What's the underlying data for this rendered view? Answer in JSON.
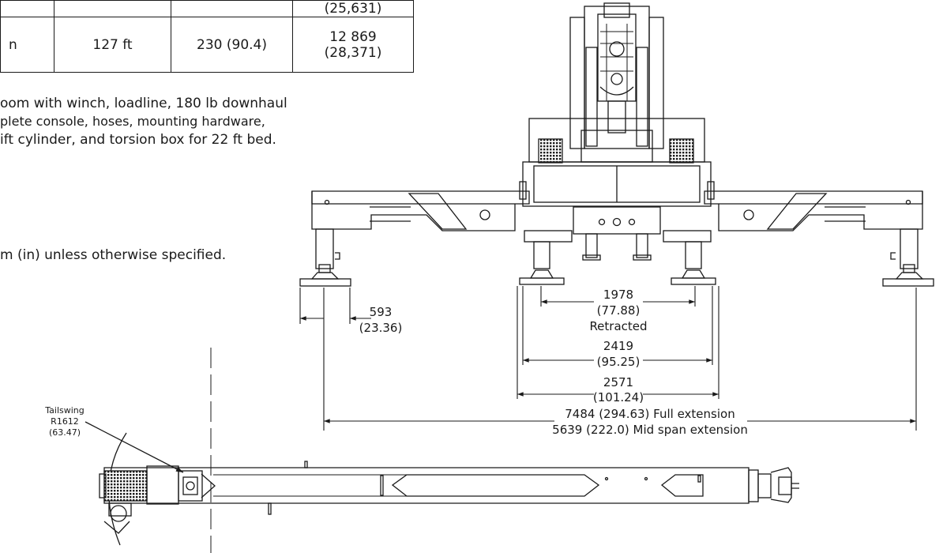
{
  "spec_table": {
    "rows": [
      [
        "",
        "",
        "",
        "(25,631)"
      ],
      [
        "n",
        "127 ft",
        "230 (90.4)",
        "12 869\n(28,371)"
      ]
    ]
  },
  "notes": {
    "line1": "oom with winch, loadline, 180 lb downhaul",
    "line2": "plete console, hoses, mounting hardware,",
    "line3": "ift cylinder, and torsion box for 22 ft bed.",
    "units": "m (in) unless otherwise specified."
  },
  "dimensions": {
    "pad_width": "593",
    "pad_width_in": "(23.36)",
    "retracted": "1978",
    "retracted_in": "(77.88)",
    "retracted_label": "Retracted",
    "mid_width": "2419",
    "mid_width_in": "(95.25)",
    "outer_width": "2571",
    "outer_width_in": "(101.24)",
    "full_extension": "7484 (294.63) Full extension",
    "mid_span_extension": "5639 (222.0) Mid span extension",
    "tailswing_label": "Tailswing",
    "tailswing_radius": "R1612",
    "tailswing_radius_in": "(63.47)"
  }
}
